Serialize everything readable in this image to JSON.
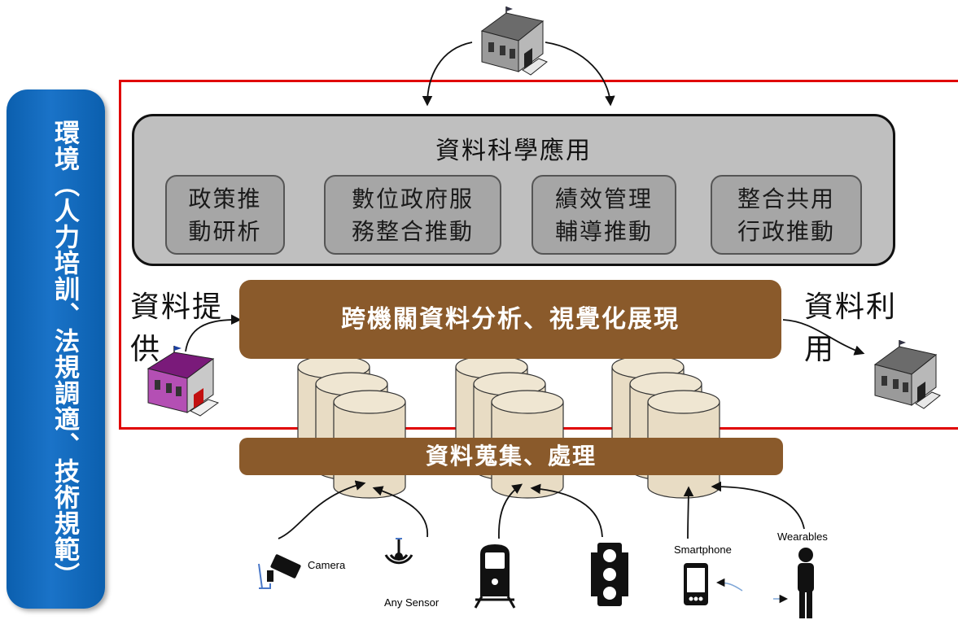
{
  "sidebar": {
    "label": "環境（人力培訓、法規調適、技術規範）"
  },
  "applications": {
    "title": "資料科學應用",
    "items": [
      {
        "line1": "政策推",
        "line2": "動研析"
      },
      {
        "line1": "數位政府服",
        "line2": "務整合推動"
      },
      {
        "line1": "績效管理",
        "line2": "輔導推動"
      },
      {
        "line1": "整合共用",
        "line2": "行政推動"
      }
    ]
  },
  "analysis_bar": {
    "label": "跨機關資料分析、視覺化展現"
  },
  "collection_bar": {
    "label": "資料蒐集、處理"
  },
  "data_provide": {
    "line1": "資料提",
    "line2": "供"
  },
  "data_use": {
    "line1": "資料利",
    "line2": "用"
  },
  "devices": {
    "camera": "Camera",
    "sensor": "Any Sensor",
    "smartphone": "Smartphone",
    "wearables": "Wearables"
  },
  "colors": {
    "scope_border": "#e00000",
    "sidebar": "#0b5fae",
    "brown_bar": "#8a5a2b",
    "app_panel": "#bfbfbf",
    "app_card": "#a6a6a6",
    "cylinder": "#e8dcc4"
  }
}
